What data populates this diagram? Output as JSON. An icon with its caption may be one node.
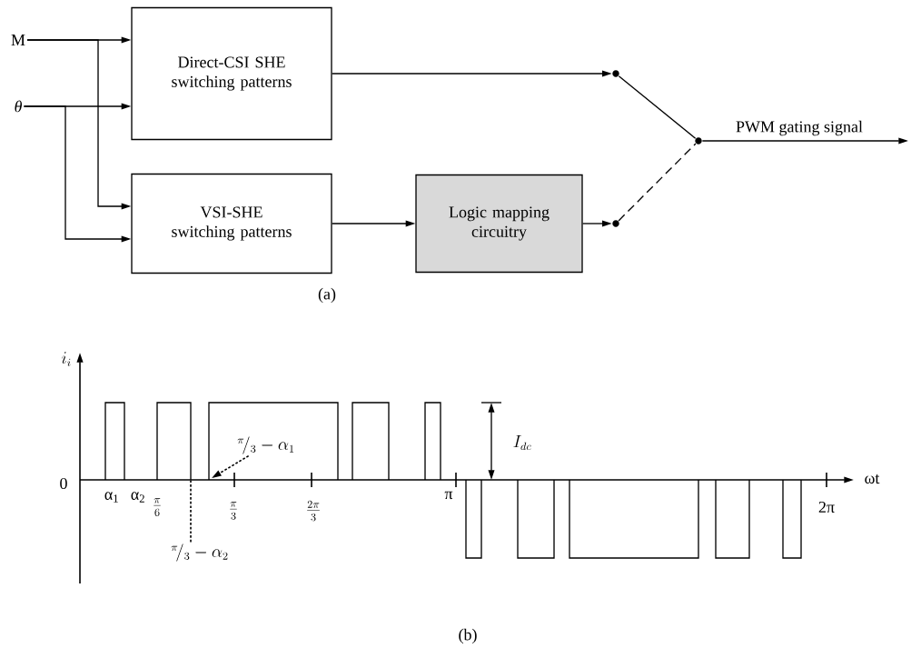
{
  "diagram": {
    "nodes": [
      {
        "text": [
          "M"
        ]
      },
      {
        "text": [
          "θ"
        ]
      },
      {
        "text": [
          "Direct-CSI SHE switching patterns"
        ]
      },
      {
        "text": [
          "VSI-SHE switching patterns"
        ]
      },
      {
        "text": [
          "Logic mapping circuitry"
        ]
      },
      {
        "text": [],
        "shape": "circle"
      },
      {
        "text": [],
        "shape": "circle"
      },
      {
        "text": [],
        "shape": "circle"
      },
      {
        "text": [
          "{}^{\\pi}\\!/_{3}-\\alpha_{1}"
        ]
      },
      {
        "text": [
          "{}^{\\pi}\\!/_{3}-\\alpha_{2}"
        ]
      }
    ],
    "edges": [
      {
        "from": 0,
        "to": 2,
        "arrow": "to"
      },
      {
        "from": 0,
        "to": 3,
        "arrow": "to"
      },
      {
        "from": 1,
        "to": 2,
        "arrow": "to"
      },
      {
        "from": 1,
        "to": 3,
        "arrow": "to"
      },
      {
        "from": 2,
        "to": 5,
        "arrow": "to"
      },
      {
        "from": 3,
        "to": 4,
        "arrow": "to"
      },
      {
        "from": 4,
        "to": 6,
        "arrow": "to"
      },
      {
        "from": 5,
        "to": 7,
        "arrow": "none"
      },
      {
        "from": 6,
        "to": 7,
        "arrow": "none",
        "style": "dashed"
      },
      {
        "from": 7,
        "to": null,
        "arrow": "to",
        "label": "PWM gating signal"
      },
      {
        "from": 8,
        "to": null,
        "arrow": "to",
        "style": "dashed"
      },
      {
        "from": 9,
        "to": null,
        "arrow": "none",
        "style": "dashed"
      }
    ],
    "labels": [
      "(a)",
      "i_{i}",
      "I_{dc}",
      "0",
      "α$_{1}$",
      "α$_{2}$",
      "\\frac{\\pi}{6}",
      "\\frac{\\pi}{3}",
      "\\frac{2\\pi}{3}",
      "π",
      "ωt",
      "2π",
      "(b)"
    ]
  }
}
